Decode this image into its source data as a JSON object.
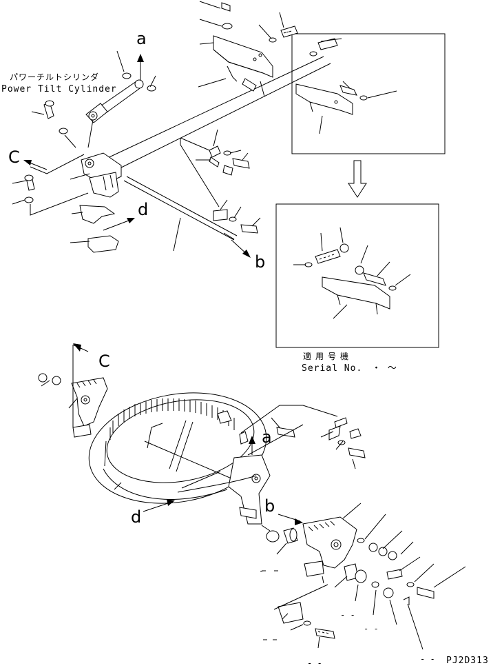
{
  "callouts": {
    "a_top": "a",
    "c_left": "C",
    "d_left": "d",
    "b_right": "b",
    "c_lower": "C",
    "a_lower": "a",
    "d_lower": "d",
    "b_lower": "b"
  },
  "cylinder_label": {
    "japanese": "パワーチルトシリンダ",
    "english": "Power Tilt Cylinder"
  },
  "serial_box": {
    "japanese": "適用号機",
    "english": "Serial No.",
    "range": "・ ～"
  },
  "blank_refs": [
    "-",
    "- -",
    "- -",
    "- -",
    "- -"
  ],
  "drawing_code": "PJ2D313"
}
